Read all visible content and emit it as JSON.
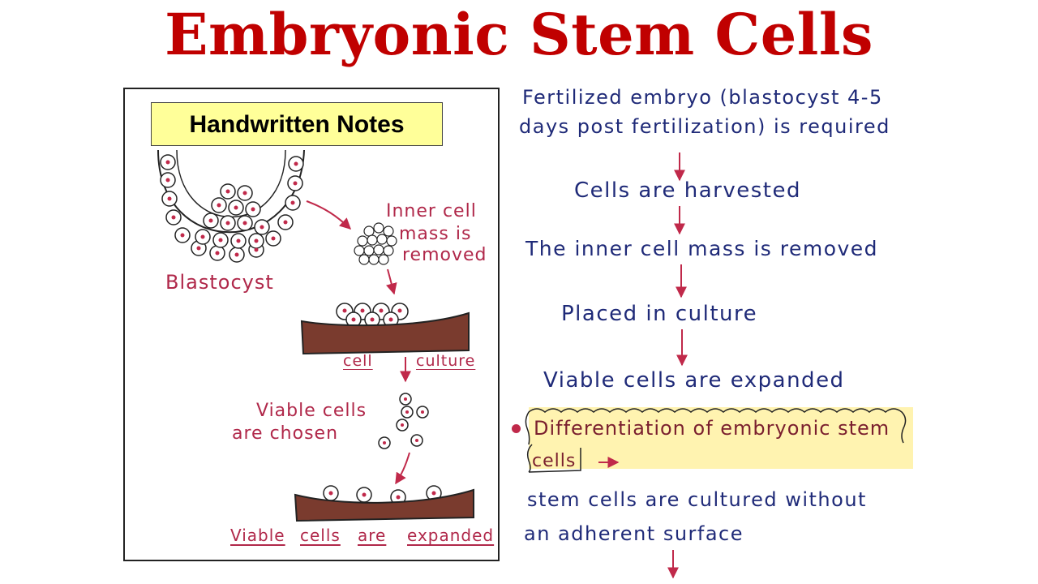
{
  "title": "Embryonic Stem Cells",
  "badge": "Handwritten Notes",
  "diagram": {
    "blastocyst_label": "Blastocyst",
    "icm_label_1": "Inner cell",
    "icm_label_2": "mass is",
    "icm_label_3": "removed",
    "culture_label_1": "cell",
    "culture_label_2": "culture",
    "viable_label_1": "Viable cells",
    "viable_label_2": "are chosen",
    "expanded_1": "Viable",
    "expanded_2": "cells",
    "expanded_3": "are",
    "expanded_4": "expanded"
  },
  "flow": {
    "step1_line1": "Fertilized embryo (blastocyst 4-5",
    "step1_line2": "days post fertilization) is required",
    "step2": "Cells are harvested",
    "step3": "The inner cell mass is removed",
    "step4": "Placed in culture",
    "step5": "Viable cells are expanded",
    "highlight_line1": "Differentiation of embryonic stem",
    "highlight_line2": "cells",
    "step6_line1": "stem cells are cultured without",
    "step6_line2": "an adherent surface"
  },
  "colors": {
    "title": "#c00000",
    "ink_blue": "#1f2a78",
    "ink_red": "#b0284a",
    "highlight": "#fff3b0",
    "badge_bg": "#ffff99"
  }
}
